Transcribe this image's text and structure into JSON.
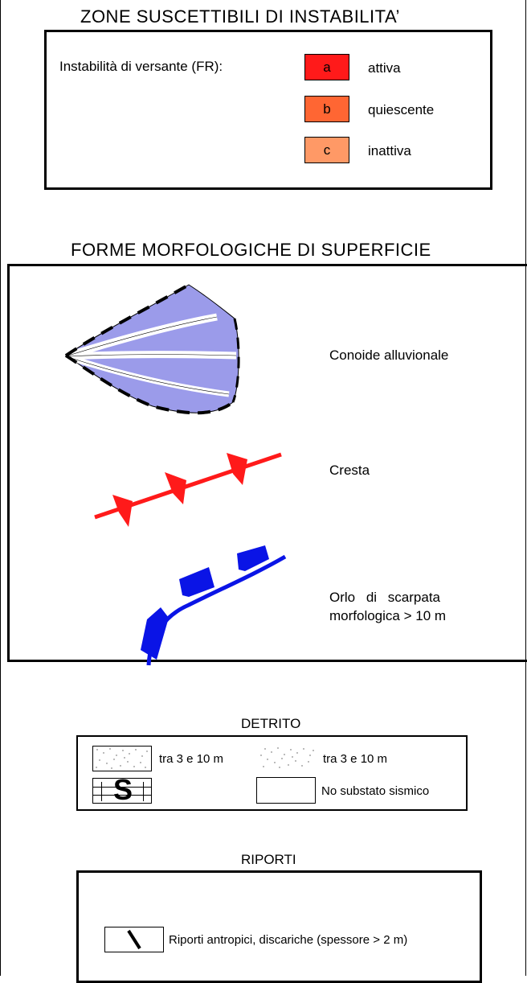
{
  "section1": {
    "title": "ZONE SUSCETTIBILI DI INSTABILITA’",
    "label": "Instabilità di versante (FR):",
    "items": [
      {
        "code": "a",
        "text": "attiva",
        "color": "#ff1a1a"
      },
      {
        "code": "b",
        "text": "quiescente",
        "color": "#ff6633"
      },
      {
        "code": "c",
        "text": "inattiva",
        "color": "#ff9966"
      }
    ]
  },
  "section2": {
    "title": "FORME MORFOLOGICHE DI SUPERFICIE",
    "items": [
      {
        "text": "Conoide alluvionale",
        "icon": "alluvial-fan-icon"
      },
      {
        "text": "Cresta",
        "icon": "ridge-icon"
      },
      {
        "text_line1": "Orlo di scarpata",
        "text_line2": "morfologica > 10 m",
        "icon": "scarp-edge-icon"
      }
    ],
    "colors": {
      "fan": "#9b9bea",
      "ridge": "#ff1a1a",
      "scarp": "#0a14e6"
    }
  },
  "detrito": {
    "title": "DETRITO",
    "item1": "tra 3 e 10 m",
    "item2": "tra 3 e 10 m",
    "symbol_letter": "S",
    "item4": "No substato sismico"
  },
  "riporti": {
    "title": "RIPORTI",
    "item": "Riporti antropici, discariche (spessore > 2 m)"
  }
}
